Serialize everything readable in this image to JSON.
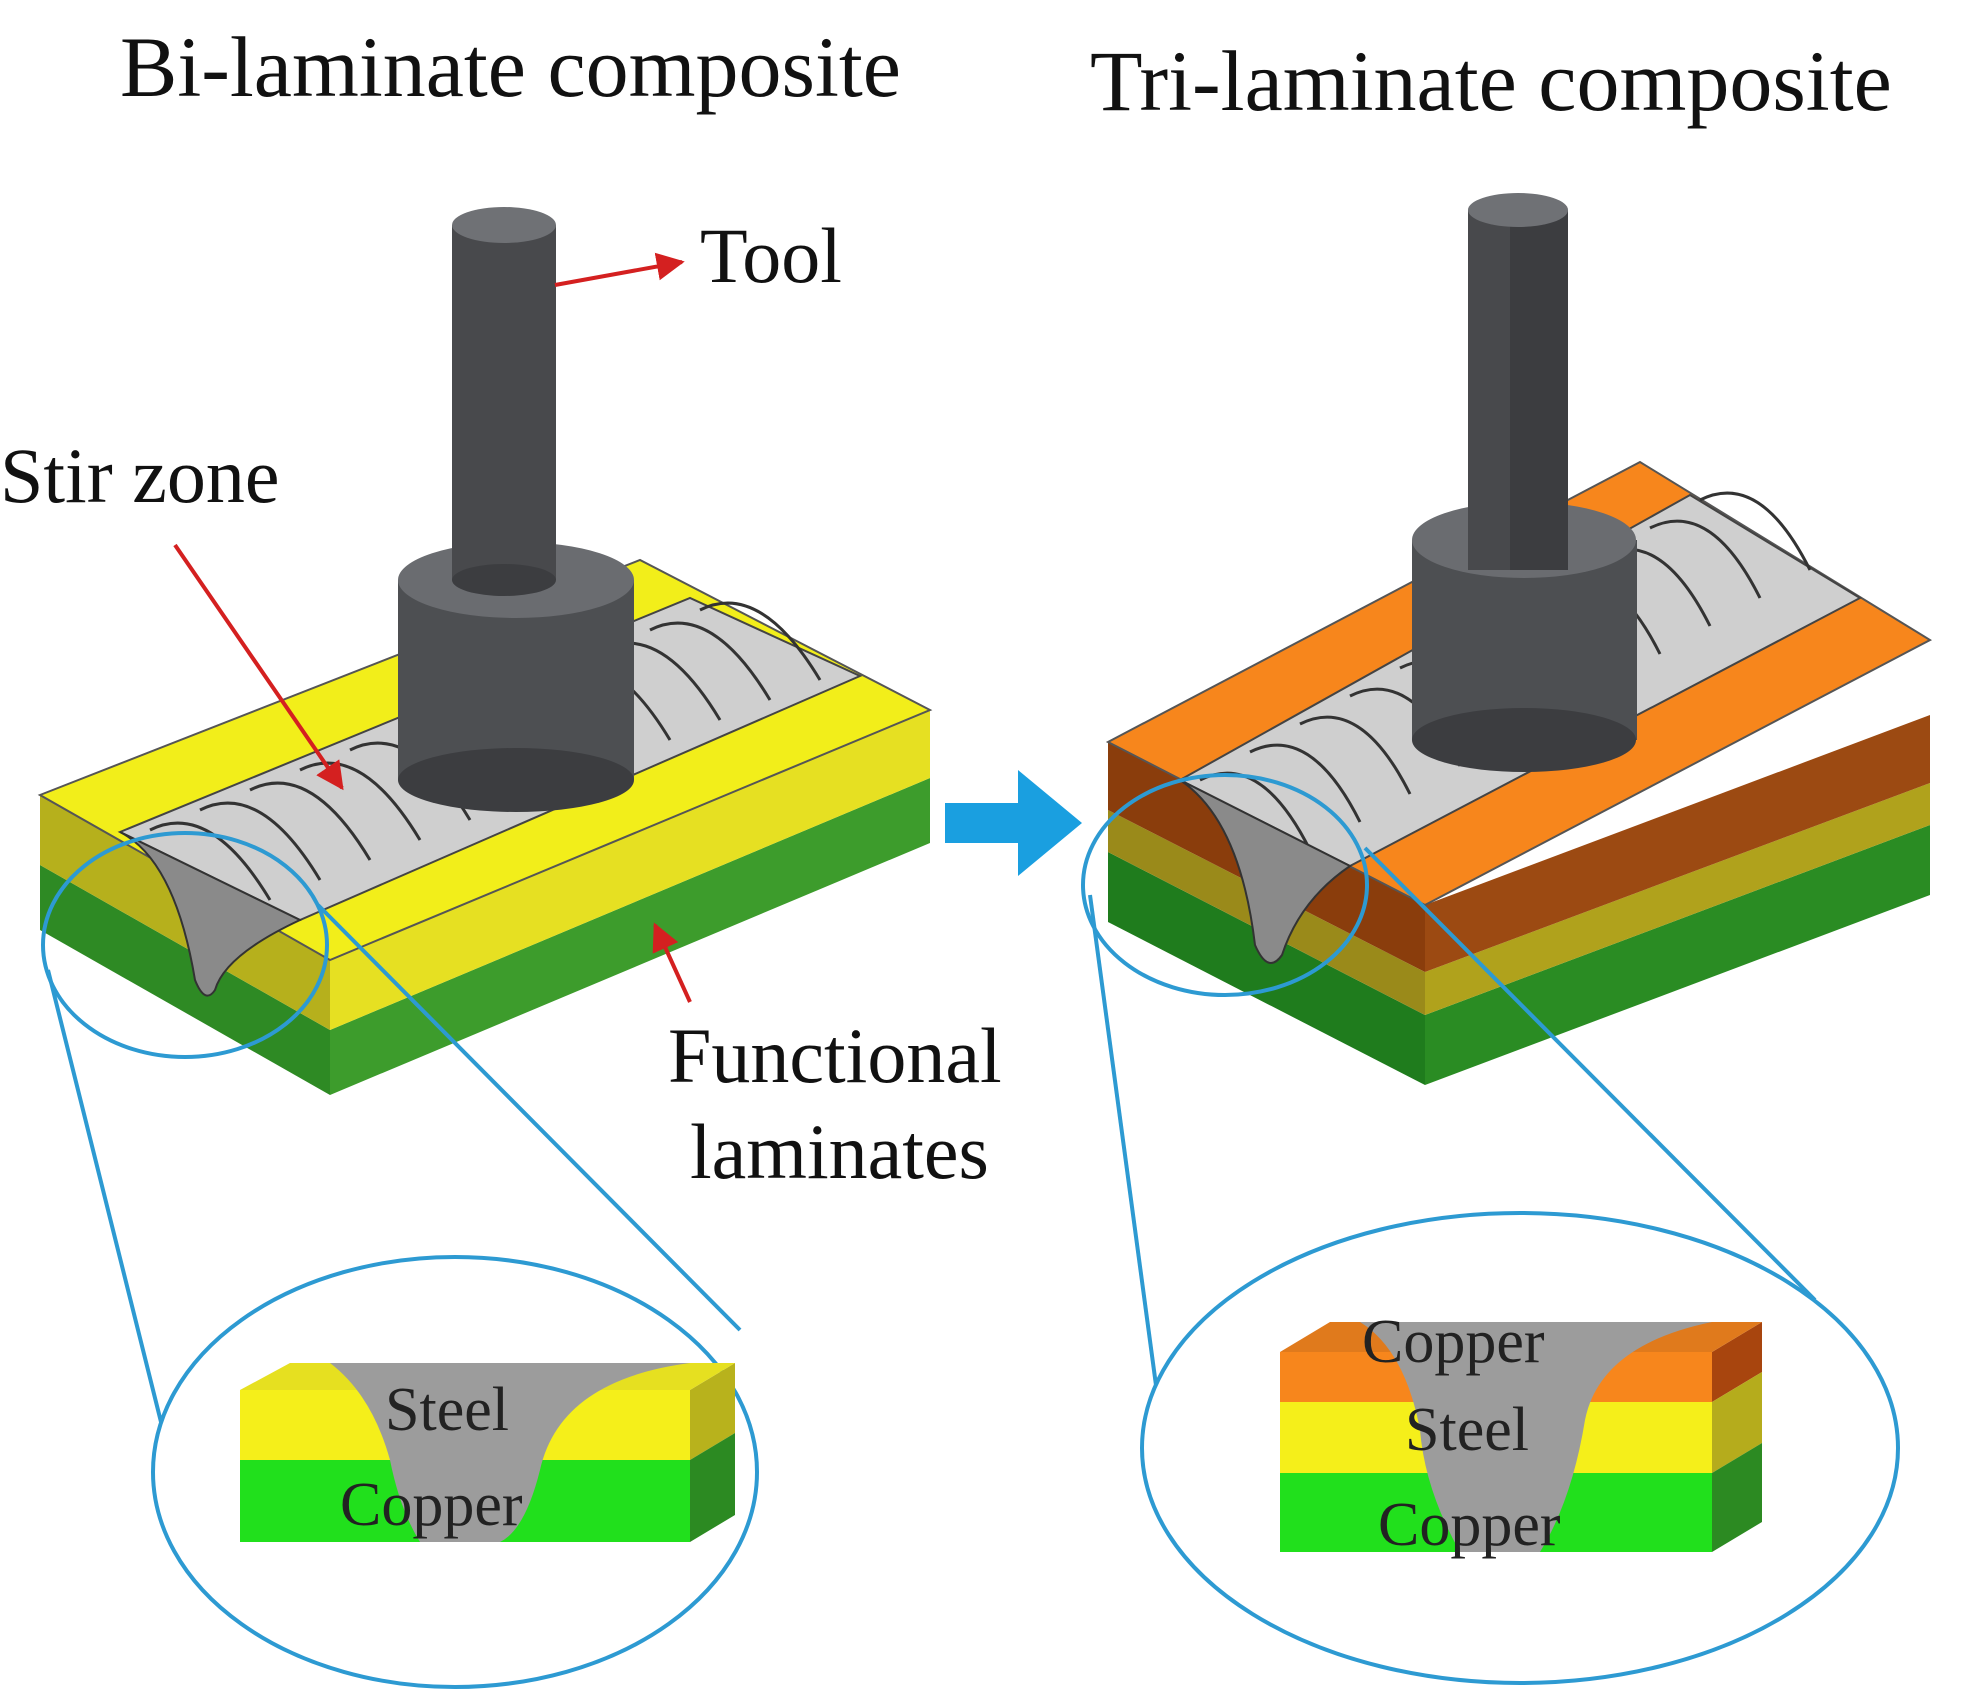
{
  "titles": {
    "bi": "Bi-laminate composite",
    "tri": "Tri-laminate composite"
  },
  "callouts": {
    "tool": "Tool",
    "stir_zone": "Stir zone",
    "functional_line1": "Functional",
    "functional_line2": "laminates"
  },
  "insets": {
    "bi": {
      "top": "Steel",
      "bottom": "Copper"
    },
    "tri": {
      "top": "Copper",
      "middle": "Steel",
      "bottom": "Copper"
    }
  },
  "colors": {
    "steel_yellow": "#f2ee1a",
    "copper_green": "#2fa62a",
    "copper_orange": "#f7861c",
    "tool_gray": "#4d4f52",
    "stir_gray": "#9a9a9a",
    "leader_red": "#d42020",
    "zoom_blue": "#2d9ad2",
    "arrow_blue": "#1a9fe0"
  },
  "icons": {
    "process_arrow": "right-arrow-icon"
  }
}
